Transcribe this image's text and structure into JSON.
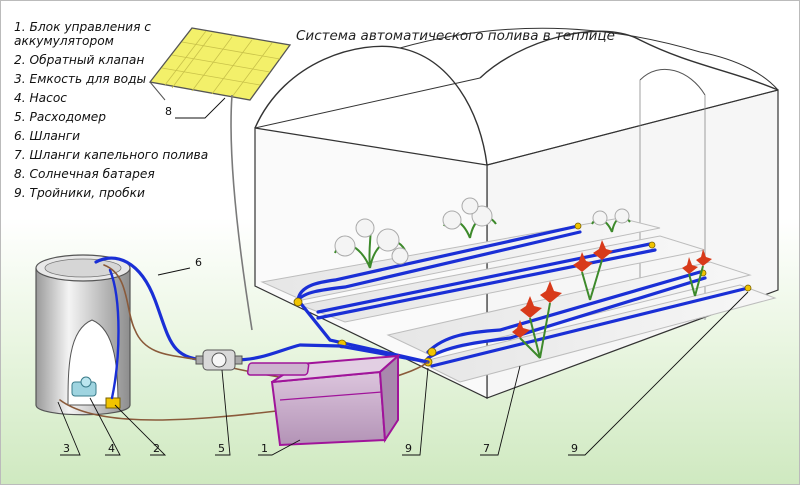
{
  "title": "Система автоматического полива в теплице",
  "legend": [
    "1. Блок управления с аккумулятором",
    "2. Обратный клапан",
    "3. Емкость для воды",
    "4. Насос",
    "5. Расходомер",
    "6. Шланги",
    "7. Шланги капельного полива",
    "8. Солнечная батарея",
    "9. Тройники, пробки"
  ],
  "callouts": {
    "c1": "1",
    "c2": "2",
    "c3": "3",
    "c4": "4",
    "c5": "5",
    "c6": "6",
    "c7": "7",
    "c8": "8",
    "c9a": "9",
    "c9b": "9"
  },
  "colors": {
    "hose": "#1a2fd6",
    "frame": "#333333",
    "solar_panel": "#f3f06a",
    "battery": "#c7a8c9",
    "battery_outline": "#a0149a",
    "tank": "#cfcfcf",
    "flower": "#d83a1a",
    "fitting": "#f1c400"
  }
}
